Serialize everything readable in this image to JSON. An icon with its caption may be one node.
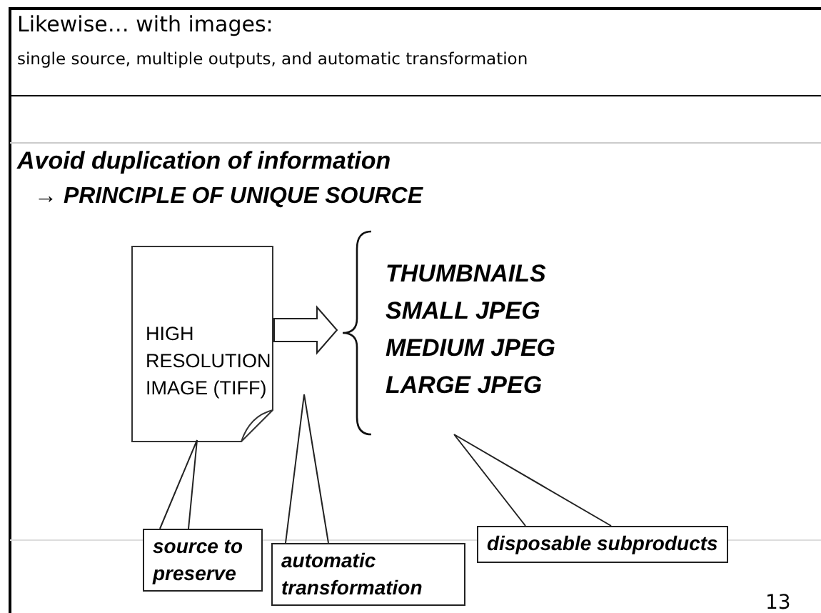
{
  "diagram": {
    "title": "Likewise… with images:",
    "nodes": [
      {
        "text": [
          "HIGH RESOLUTION IMAGE (TIFF)"
        ]
      },
      {
        "text": [
          "THUMBNAILS",
          "SMALL JPEG",
          "MEDIUM JPEG",
          "LARGE JPEG"
        ]
      },
      {
        "text": [
          "source to preserve"
        ]
      },
      {
        "text": [
          "automatic transformation"
        ]
      },
      {
        "text": [
          "disposable subproducts"
        ]
      }
    ],
    "edges": [
      {
        "from": 0,
        "to": 1,
        "arrow": "to"
      },
      {
        "from": 2,
        "to": 0,
        "arrow": "none"
      },
      {
        "from": 3,
        "to": null,
        "arrow": "none"
      },
      {
        "from": 4,
        "to": 1,
        "arrow": "none"
      }
    ],
    "labels": [
      "single source, multiple outputs, and automatic transformation",
      "Avoid duplication of information",
      "→ PRINCIPLE OF UNIQUE SOURCE",
      "13"
    ]
  }
}
